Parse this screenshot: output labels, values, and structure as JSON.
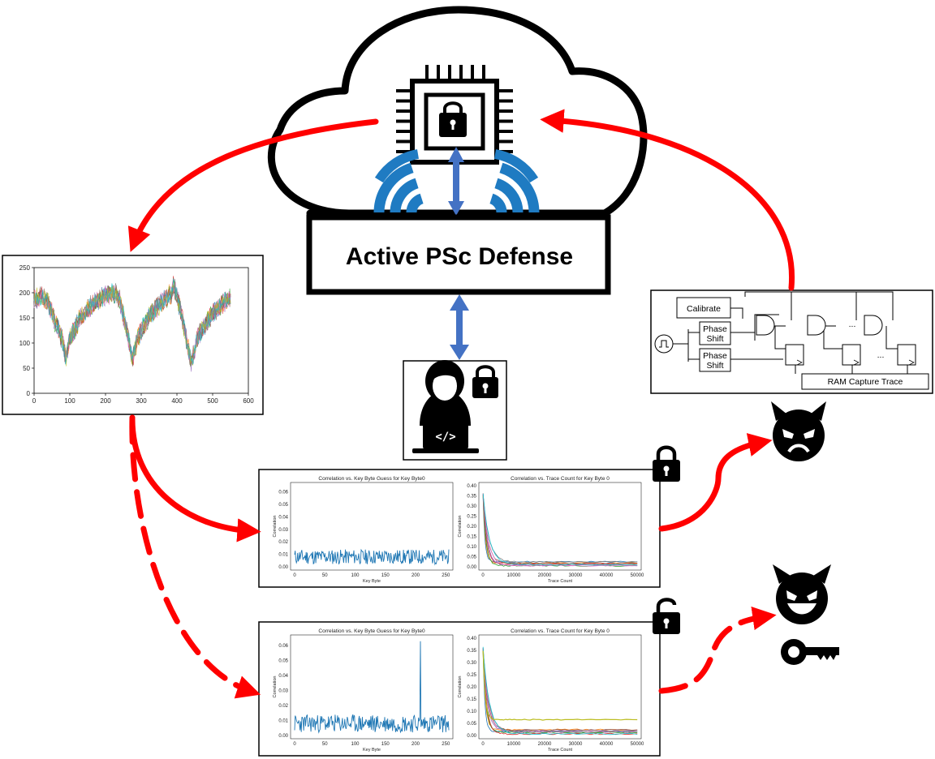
{
  "defense_box": {
    "label": "Active PSc Defense"
  },
  "colors": {
    "attack_arrow": "#ff0000",
    "bidirectional_arrow": "#4472c4",
    "wifi": "#1f7bc2",
    "plot_line": "#1f77b4",
    "leak_line": "#bcbd22"
  },
  "icons": [
    "cloud-icon",
    "chip-icon",
    "padlock-icon",
    "wifi-waves-icon",
    "developer-icon",
    "angry-devil-icon",
    "grinning-devil-icon",
    "key-icon",
    "open-padlock-icon",
    "clock-pulse-icon"
  ],
  "circuit": {
    "calibrate": "Calibrate",
    "phase_shift_1": [
      "Phase",
      "Shift"
    ],
    "phase_shift_2": [
      "Phase",
      "Shift"
    ],
    "ram": "RAM Capture Trace",
    "ellipsis": "..."
  },
  "panels": {
    "protected": {
      "left_title": "Correlation vs. Key Byte Guess for Key Byte0",
      "right_title": "Correlation vs. Trace Count for Key Byte 0",
      "left_xlabel": "Key Byte",
      "left_ylabel": "Correlation",
      "right_xlabel": "Trace Count",
      "right_ylabel": "Correlation"
    },
    "unprotected": {
      "left_title": "Correlation vs. Key Byte Guess for Key Byte0",
      "right_title": "Correlation vs. Trace Count for Key Byte 0",
      "left_xlabel": "Key Byte",
      "left_ylabel": "Correlation",
      "right_xlabel": "Trace Count",
      "right_ylabel": "Correlation"
    }
  },
  "chart_data": [
    {
      "type": "line",
      "id": "power-trace",
      "xlim": [
        0,
        600
      ],
      "ylim": [
        0,
        250
      ],
      "xticks": [
        "0",
        "100",
        "200",
        "300",
        "400",
        "500",
        "600"
      ],
      "yticks": [
        "0",
        "50",
        "100",
        "150",
        "200",
        "250"
      ],
      "points": [
        [
          0,
          185
        ],
        [
          20,
          195
        ],
        [
          40,
          180
        ],
        [
          60,
          140
        ],
        [
          80,
          105
        ],
        [
          90,
          70
        ],
        [
          100,
          110
        ],
        [
          130,
          150
        ],
        [
          160,
          175
        ],
        [
          190,
          190
        ],
        [
          200,
          195
        ],
        [
          230,
          200
        ],
        [
          240,
          185
        ],
        [
          255,
          140
        ],
        [
          270,
          90
        ],
        [
          275,
          65
        ],
        [
          290,
          110
        ],
        [
          320,
          150
        ],
        [
          350,
          175
        ],
        [
          385,
          200
        ],
        [
          390,
          215
        ],
        [
          400,
          195
        ],
        [
          415,
          150
        ],
        [
          430,
          95
        ],
        [
          440,
          60
        ],
        [
          460,
          115
        ],
        [
          490,
          150
        ],
        [
          520,
          175
        ],
        [
          540,
          185
        ],
        [
          550,
          190
        ]
      ]
    },
    {
      "type": "line",
      "id": "protected-key-guess",
      "xlim": [
        0,
        255
      ],
      "ylim": [
        0,
        0.065
      ],
      "xticks": [
        "0",
        "50",
        "100",
        "150",
        "200",
        "250"
      ],
      "yticks": [
        "0.00",
        "0.01",
        "0.02",
        "0.03",
        "0.04",
        "0.05",
        "0.06"
      ],
      "peak": null
    },
    {
      "type": "line",
      "id": "protected-trace-count",
      "xlim": [
        0,
        50000
      ],
      "ylim": [
        0,
        0.4
      ],
      "xticks": [
        "0",
        "10000",
        "20000",
        "30000",
        "40000",
        "50000"
      ],
      "yticks": [
        "0.00",
        "0.05",
        "0.10",
        "0.15",
        "0.20",
        "0.25",
        "0.30",
        "0.35",
        "0.40"
      ],
      "leak_series": null
    },
    {
      "type": "line",
      "id": "unprotected-key-guess",
      "xlim": [
        0,
        255
      ],
      "ylim": [
        0,
        0.065
      ],
      "xticks": [
        "0",
        "50",
        "100",
        "150",
        "200",
        "250"
      ],
      "yticks": [
        "0.00",
        "0.01",
        "0.02",
        "0.03",
        "0.04",
        "0.05",
        "0.06"
      ],
      "peak": {
        "x": 208,
        "y": 0.063
      }
    },
    {
      "type": "line",
      "id": "unprotected-trace-count",
      "xlim": [
        0,
        50000
      ],
      "ylim": [
        0,
        0.4
      ],
      "xticks": [
        "0",
        "10000",
        "20000",
        "30000",
        "40000",
        "50000"
      ],
      "yticks": [
        "0.00",
        "0.05",
        "0.10",
        "0.15",
        "0.20",
        "0.25",
        "0.30",
        "0.35",
        "0.40"
      ],
      "leak_series": {
        "name": "",
        "plateau": 0.065
      }
    }
  ]
}
